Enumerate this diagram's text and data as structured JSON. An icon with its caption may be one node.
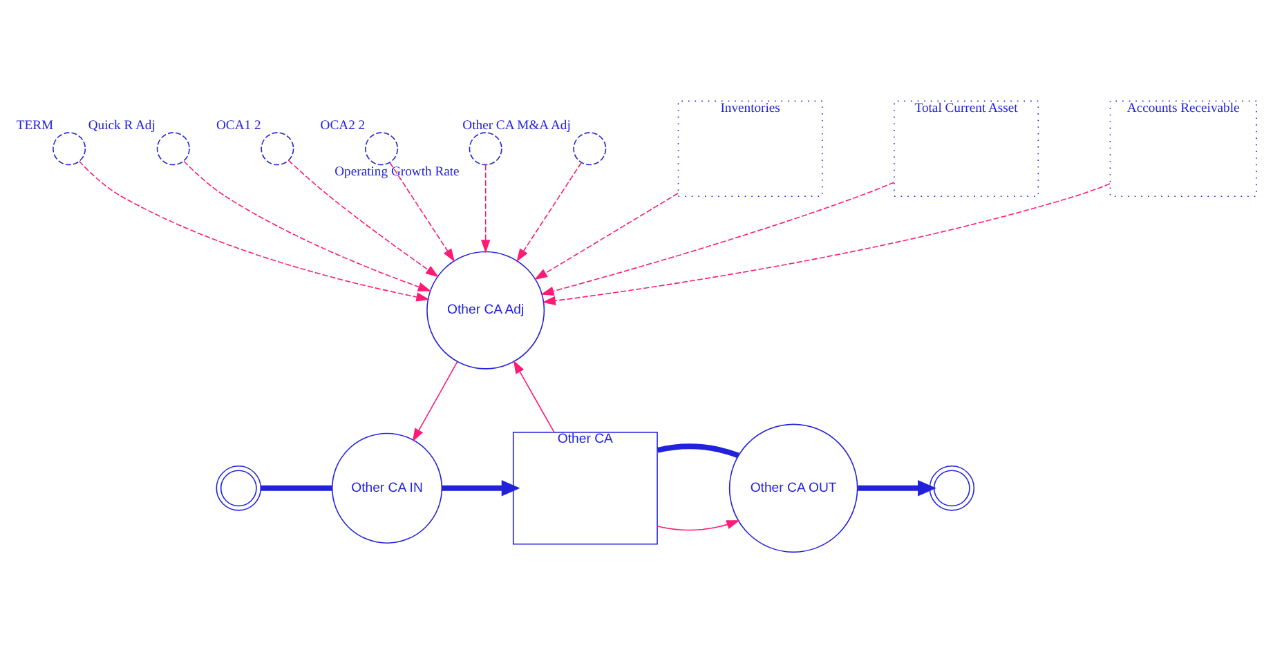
{
  "diagram": {
    "nodes": [
      {
        "text": [
          "TERM"
        ]
      },
      {
        "text": [
          "Quick R Adj"
        ]
      },
      {
        "text": [
          "OCA1 2"
        ]
      },
      {
        "text": [
          "OCA2 2"
        ]
      },
      {
        "text": [
          "Operating Growth Rate"
        ]
      },
      {
        "text": [
          "Other CA M&A Adj"
        ]
      },
      {
        "text": [
          "Inventories"
        ]
      },
      {
        "text": [
          "Total Current Asset"
        ]
      },
      {
        "text": [
          "Accounts Receivable"
        ]
      },
      {
        "text": [
          "Other CA Adj"
        ]
      },
      {
        "text": [
          "Other CA"
        ]
      },
      {
        "text": [
          "Other CA IN"
        ]
      },
      {
        "text": [
          "Other CA OUT"
        ]
      },
      {
        "text": [],
        "shape": "cloud"
      },
      {
        "text": [],
        "shape": "cloud"
      }
    ],
    "edges": [
      {
        "from": 0,
        "to": 9,
        "arrow": "to",
        "style": "dashed"
      },
      {
        "from": 1,
        "to": 9,
        "arrow": "to",
        "style": "dashed"
      },
      {
        "from": 2,
        "to": 9,
        "arrow": "to",
        "style": "dashed"
      },
      {
        "from": 3,
        "to": 9,
        "arrow": "to",
        "style": "dashed"
      },
      {
        "from": 4,
        "to": 9,
        "arrow": "to",
        "style": "dashed"
      },
      {
        "from": 5,
        "to": 9,
        "arrow": "to",
        "style": "dashed"
      },
      {
        "from": 6,
        "to": 9,
        "arrow": "to",
        "style": "dashed"
      },
      {
        "from": 7,
        "to": 9,
        "arrow": "to",
        "style": "dashed"
      },
      {
        "from": 8,
        "to": 9,
        "arrow": "to",
        "style": "dashed"
      },
      {
        "from": 10,
        "to": 9,
        "arrow": "to"
      },
      {
        "from": 9,
        "to": 11,
        "arrow": "to"
      },
      {
        "from": 10,
        "to": 12,
        "arrow": "to"
      },
      {
        "from": 13,
        "to": 11,
        "arrow": "none",
        "style": "thick",
        "color": "#2222dd"
      },
      {
        "from": 11,
        "to": 10,
        "arrow": "to",
        "style": "thick",
        "color": "#2222dd"
      },
      {
        "from": 10,
        "to": 12,
        "arrow": "none",
        "style": "thick",
        "color": "#2222dd"
      },
      {
        "from": 12,
        "to": 14,
        "arrow": "to",
        "style": "thick",
        "color": "#2222dd"
      }
    ]
  }
}
